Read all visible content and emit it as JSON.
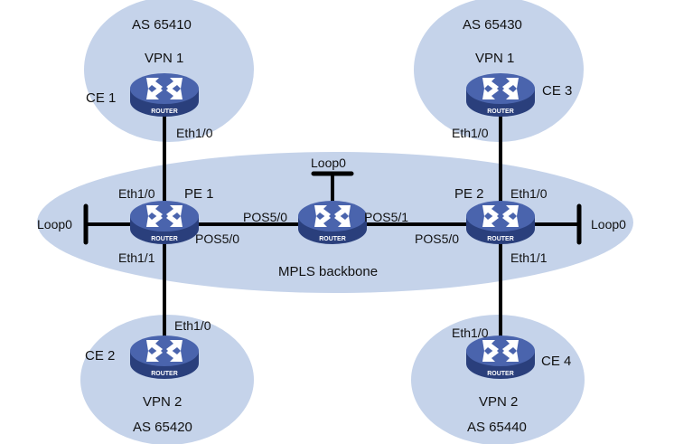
{
  "colors": {
    "region_fill": "#c5d3ea",
    "router_top": "#4a64ad",
    "router_side": "#2a3f7c",
    "link": "#000000"
  },
  "regions": {
    "as1": {
      "as": "AS 65410",
      "vpn": "VPN 1"
    },
    "as2": {
      "as": "AS 65420",
      "vpn": "VPN 2"
    },
    "as3": {
      "as": "AS 65430",
      "vpn": "VPN 1"
    },
    "as4": {
      "as": "AS 65440",
      "vpn": "VPN 2"
    },
    "backbone": {
      "label": "MPLS backbone"
    }
  },
  "routers": {
    "ce1": {
      "name": "CE 1",
      "badge": "ROUTER"
    },
    "ce2": {
      "name": "CE 2",
      "badge": "ROUTER"
    },
    "ce3": {
      "name": "CE 3",
      "badge": "ROUTER"
    },
    "ce4": {
      "name": "CE 4",
      "badge": "ROUTER"
    },
    "pe1": {
      "name": "PE 1",
      "badge": "ROUTER"
    },
    "pe2": {
      "name": "PE 2",
      "badge": "ROUTER"
    },
    "p": {
      "name": "",
      "badge": "ROUTER"
    }
  },
  "interfaces": {
    "ce1_eth": "Eth1/0",
    "ce2_eth": "Eth1/0",
    "ce3_eth": "Eth1/0",
    "ce4_eth": "Eth1/0",
    "pe1_eth10": "Eth1/0",
    "pe1_eth11": "Eth1/1",
    "pe1_pos": "POS5/0",
    "pe1_loop": "Loop0",
    "p_pos50": "POS5/0",
    "p_pos51": "POS5/1",
    "p_loop": "Loop0",
    "pe2_eth10": "Eth1/0",
    "pe2_eth11": "Eth1/1",
    "pe2_pos": "POS5/0",
    "pe2_loop": "Loop0"
  }
}
